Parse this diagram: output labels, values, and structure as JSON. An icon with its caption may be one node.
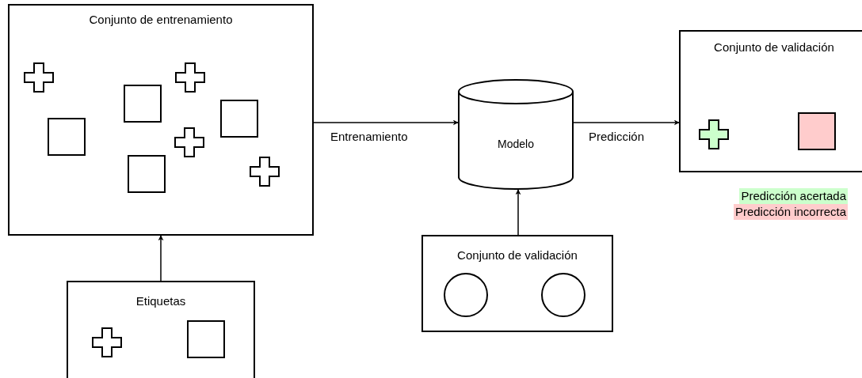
{
  "diagram": {
    "nodes": [
      {
        "text": [
          "Conjunto de entrenamiento"
        ]
      },
      {
        "text": [
          "Modelo"
        ]
      },
      {
        "text": [
          "Conjunto de validación"
        ]
      },
      {
        "text": [
          "Conjunto de validación"
        ]
      },
      {
        "text": [
          "Etiquetas"
        ]
      }
    ],
    "edges": [
      {
        "from": 0,
        "to": 1,
        "arrow": "to",
        "label": "Entrenamiento"
      },
      {
        "from": 1,
        "to": 2,
        "arrow": "to",
        "label": "Predicción"
      },
      {
        "from": 3,
        "to": 1,
        "arrow": "to"
      },
      {
        "from": 4,
        "to": 0,
        "arrow": "to"
      }
    ],
    "legend": [
      {
        "text": "Predicción acertada",
        "color": "#ccffcc"
      },
      {
        "text": "Predicción incorrecta",
        "color": "#ffcccc"
      }
    ]
  }
}
